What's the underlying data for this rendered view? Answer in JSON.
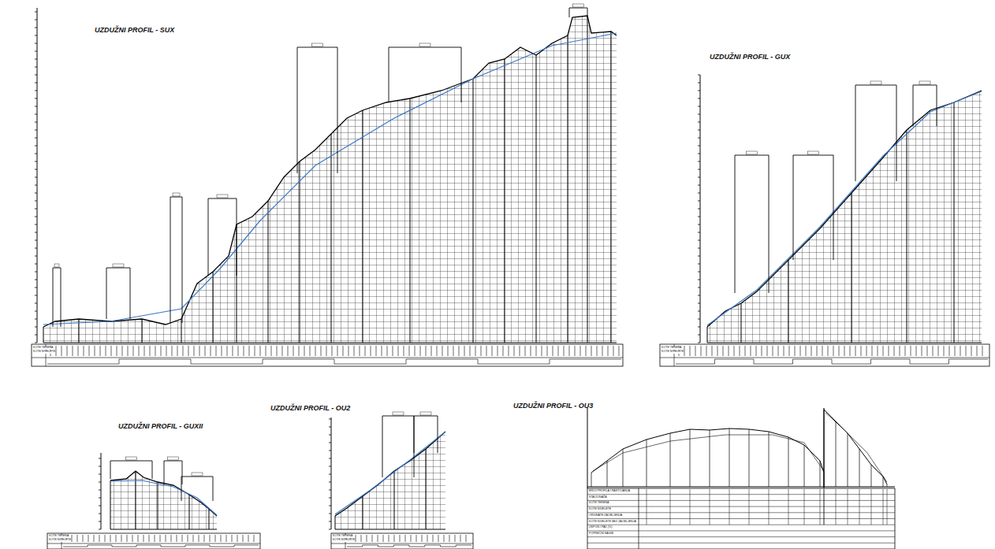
{
  "diagram": {
    "labels": [
      "UZDUŽNI PROFIL - SUX",
      "UZDUŽNI PROFIL - GUX",
      "UZDUŽNI PROFIL - GUXII",
      "UZDUŽNI PROFIL - OU2",
      "UZDUŽNI PROFIL - OU3",
      "KOTE TERENA",
      "KOTE NIVELETE",
      "KOTE TERENA",
      "KOTE NIVELETE",
      "KOTE TERENA",
      "KOTE NIVELETE",
      "KOTE TERENA",
      "KOTE NIVELETE",
      "BROJ PROFILA I RASTOJANJA",
      "STACIONAŽA",
      "KOTE TERENA",
      "KOTE NIVELETE",
      "ORDINATE ZAOBLJENJA",
      "KOTE NIVELETE BEZ ZAOBLJENJA",
      "USPON I PAD (%)",
      "POPREČNI NAGIB"
    ]
  }
}
